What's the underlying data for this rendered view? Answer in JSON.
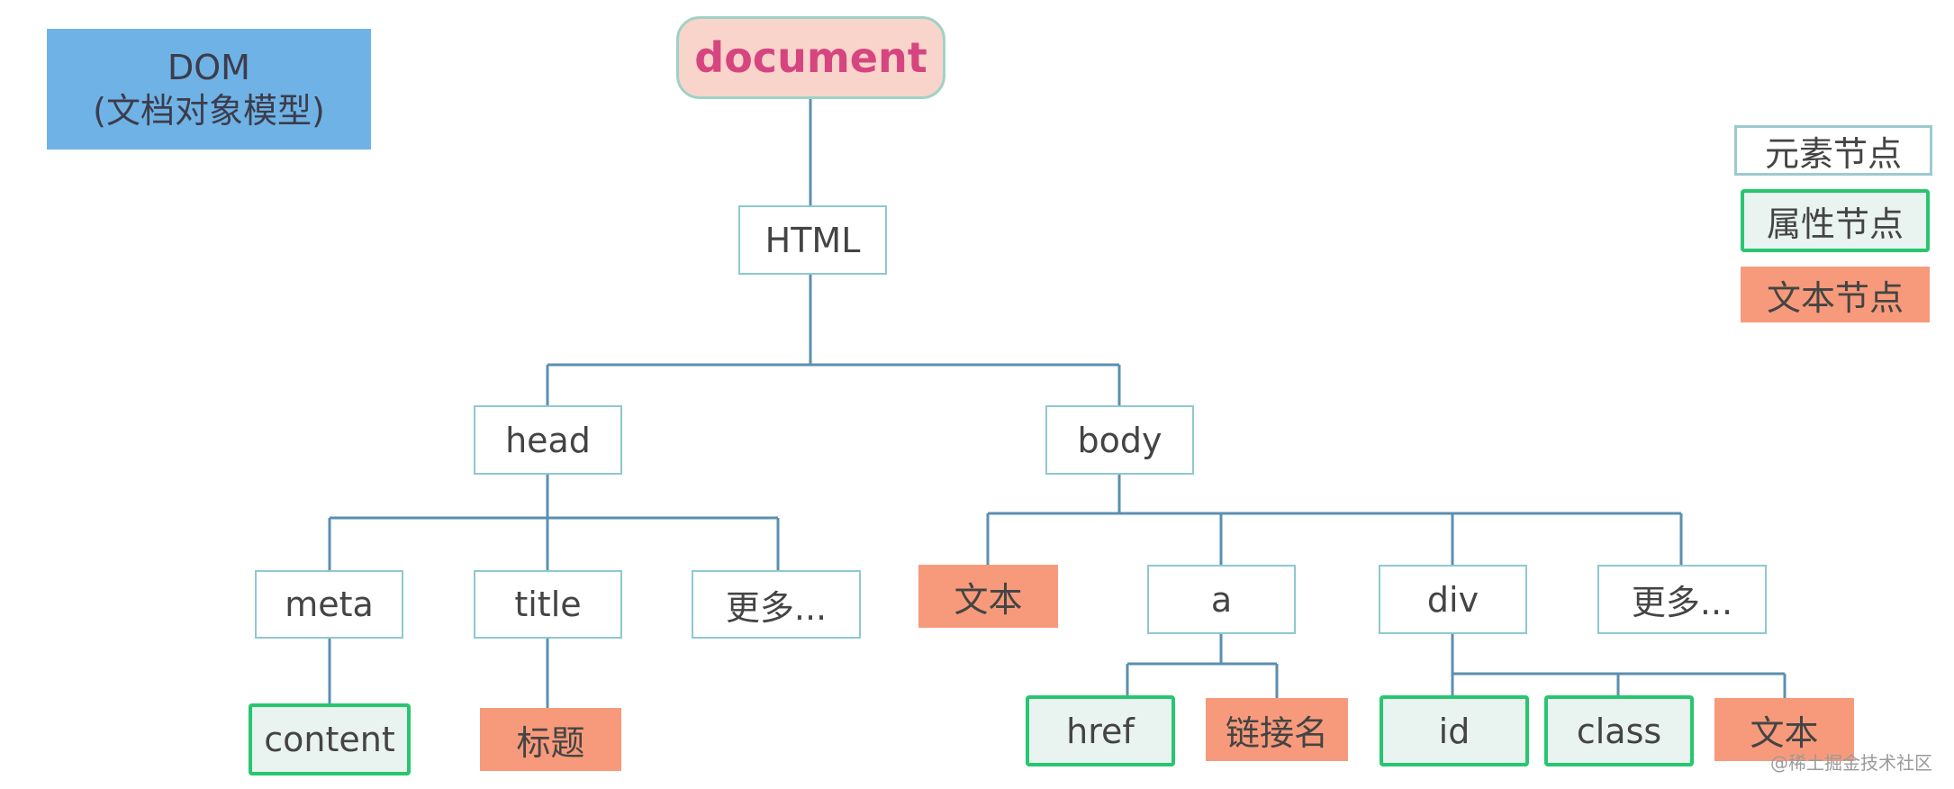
{
  "title": {
    "line1": "DOM",
    "line2": "(文档对象模型)"
  },
  "nodes": {
    "document": "document",
    "html": "HTML",
    "head": "head",
    "body": "body",
    "meta": "meta",
    "title": "title",
    "head_more": "更多...",
    "body_text": "文本",
    "a": "a",
    "div": "div",
    "body_more": "更多...",
    "content": "content",
    "title_text": "标题",
    "href": "href",
    "link_name": "链接名",
    "id": "id",
    "class": "class",
    "div_text": "文本"
  },
  "legend": {
    "element": "元素节点",
    "attribute": "属性节点",
    "text": "文本节点"
  },
  "colors": {
    "line": "#5b8fb0",
    "element_border": "#8fc8d0",
    "attribute_border": "#27c66f",
    "attribute_fill": "#e9f3ef",
    "text_fill": "#f79a7b",
    "document_fill": "#f9d4cb",
    "document_text": "#d6457f",
    "title_fill": "#6fb2e5"
  },
  "watermark": "@稀土掘金技术社区"
}
